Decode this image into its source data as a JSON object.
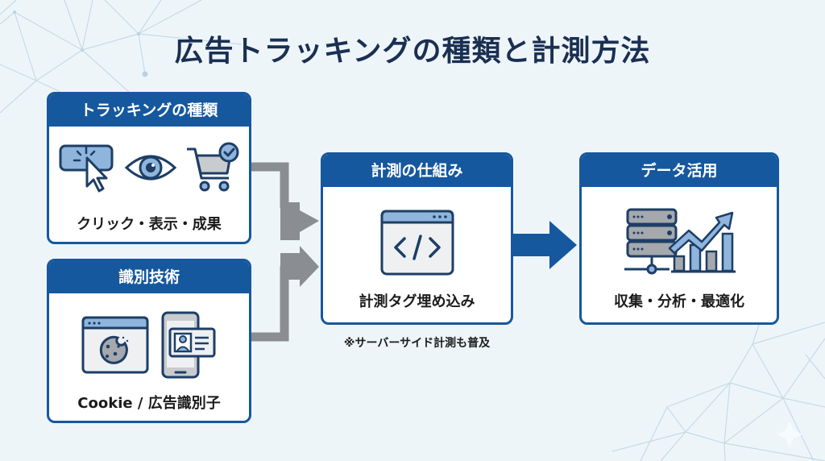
{
  "title": "広告トラッキングの種類と計測方法",
  "colors": {
    "primary": "#16589e",
    "title_text": "#1a2f52",
    "background": "#eef5f9",
    "connector_gray": "#8a8d91",
    "icon_fill": "#8fb5dc",
    "icon_gray": "#c9cbce"
  },
  "cards": [
    {
      "heading": "トラッキングの種類",
      "caption": "クリック・表示・成果",
      "icons": [
        "click-button-icon",
        "eye-icon",
        "shopping-cart-check-icon"
      ]
    },
    {
      "heading": "識別技術",
      "caption": "Cookie / 広告識別子",
      "icons": [
        "browser-cookie-icon",
        "smartphone-id-card-icon"
      ]
    },
    {
      "heading": "計測の仕組み",
      "caption": "計測タグ埋め込み",
      "icons": [
        "browser-code-tag-icon"
      ],
      "note": "※サーバーサイド計測も普及"
    },
    {
      "heading": "データ活用",
      "caption": "収集・分析・最適化",
      "icons": [
        "server-growth-chart-icon"
      ]
    }
  ],
  "flow": [
    {
      "from": "トラッキングの種類",
      "to": "計測の仕組み"
    },
    {
      "from": "識別技術",
      "to": "計測の仕組み"
    },
    {
      "from": "計測の仕組み",
      "to": "データ活用"
    }
  ]
}
